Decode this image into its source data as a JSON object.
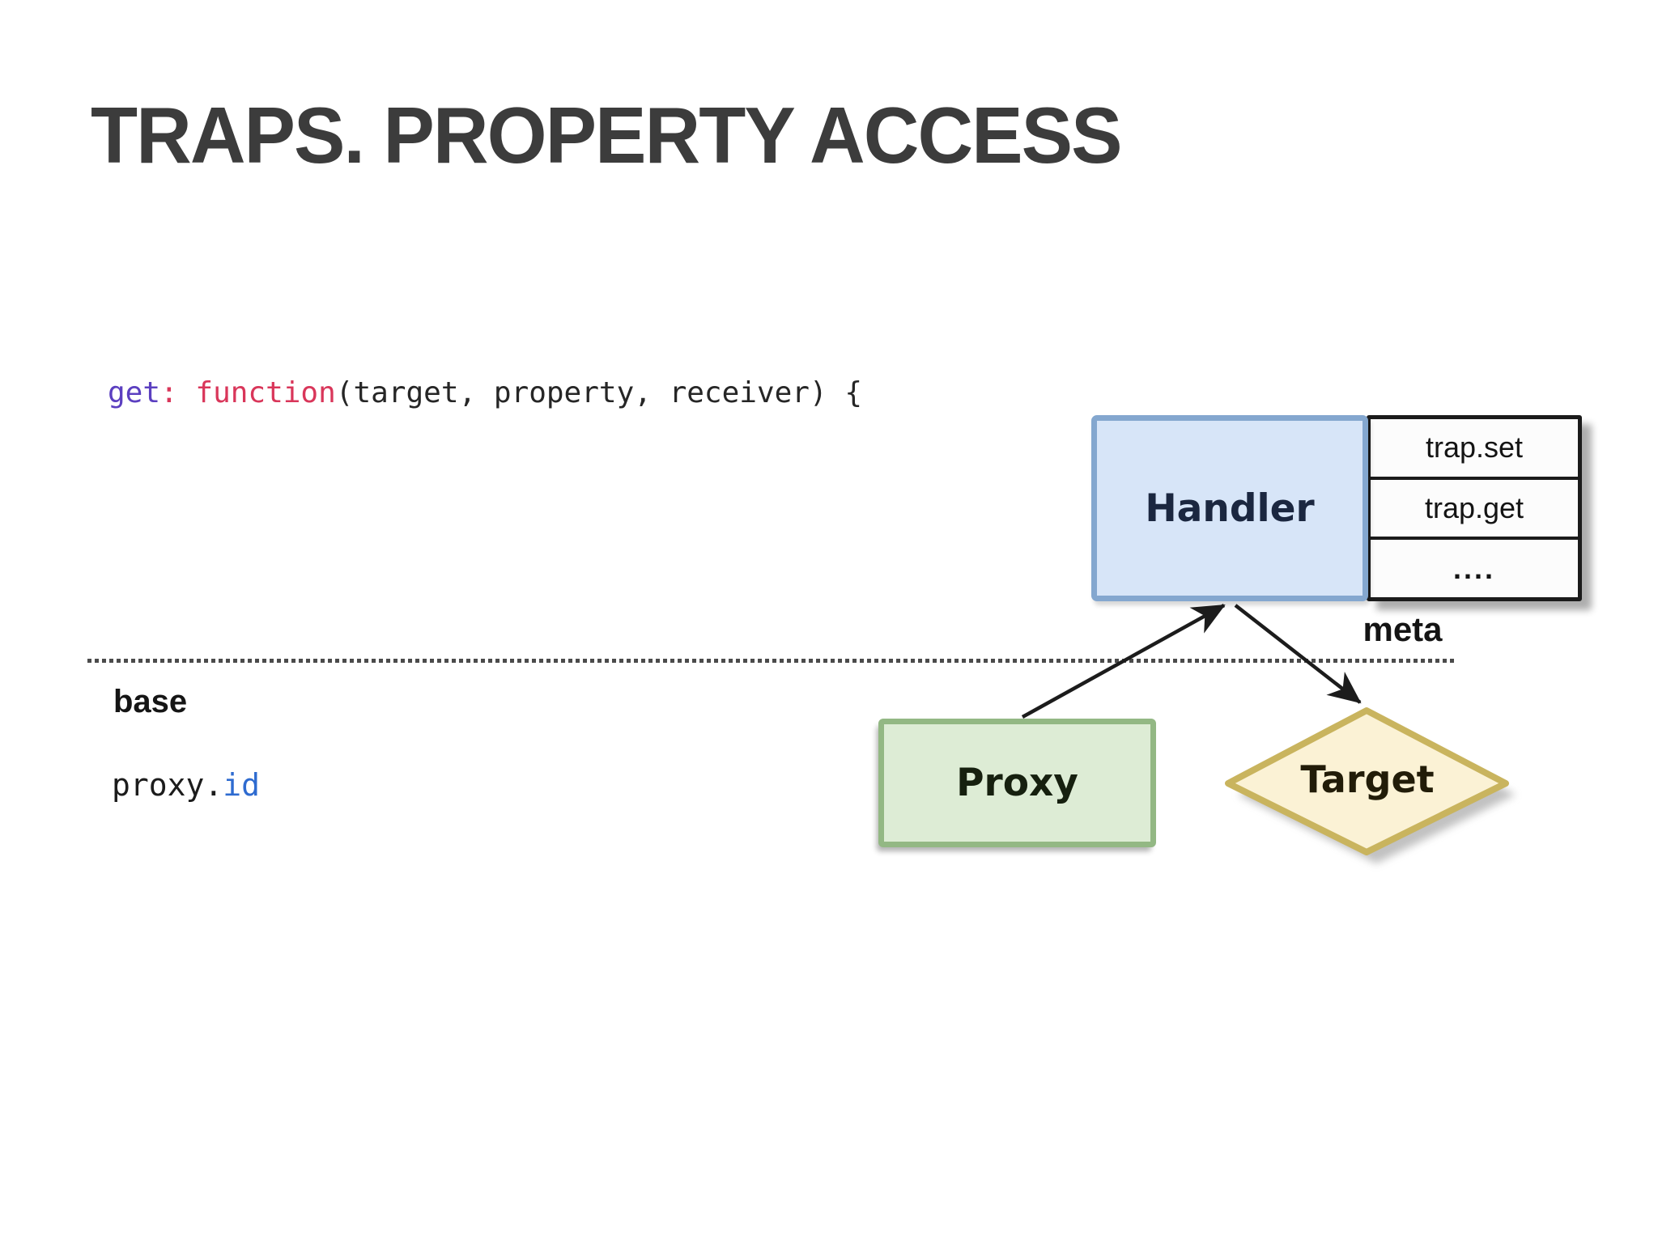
{
  "slide": {
    "title": "TRAPS. PROPERTY ACCESS",
    "code": {
      "keyword": "get",
      "colon": ": ",
      "function_kw": "function",
      "params": "(target, property, receiver) {"
    },
    "base_label": "base",
    "proxy_expr": {
      "object": "proxy.",
      "property": "id"
    }
  },
  "diagram": {
    "handler": {
      "label": "Handler"
    },
    "proxy": {
      "label": "Proxy"
    },
    "target": {
      "label": "Target"
    },
    "meta_label": "meta",
    "trap_rows": [
      "trap.set",
      "trap.get",
      "...."
    ]
  },
  "colors": {
    "title_text": "#3c3c3c",
    "code_keyword": "#5b3fc0",
    "code_function": "#d9365a",
    "code_default": "#262626",
    "proxy_property_blue": "#2e6bd0",
    "handler_fill": "#d7e5f8",
    "handler_border": "#84a7cf",
    "proxy_fill": "#ddecd5",
    "proxy_border": "#93b884",
    "target_fill": "#fbf2d5",
    "target_border": "#c9b45e",
    "table_border": "#1b1b1b",
    "arrow": "#1c1c1c"
  }
}
